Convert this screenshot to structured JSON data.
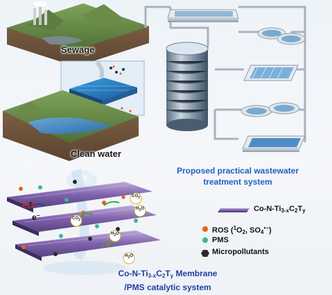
{
  "labels": {
    "sewage": "Sewage",
    "clean_water": "Clean water",
    "proposed_line1": "Proposed practical wastewater",
    "proposed_line2": "treatment system",
    "etp": "ETP",
    "electron": "e",
    "bottom_line1_prefix": "Co-N-Ti",
    "bottom_line1_suffix": " Membrane",
    "bottom_line2": "/PMS catalytic system"
  },
  "legend": {
    "membrane_label": "Co-N-Ti",
    "ros_label": "ROS (",
    "ros_singlet": "O",
    "ros_sulfate": ", SO",
    "pms_label": "PMS",
    "micro_label": "Micropollutants"
  },
  "molecules": {
    "co2": "CO",
    "h2o": "O"
  },
  "colors": {
    "title_blue": "#1f5fbf",
    "bottom_blue": "#1f3f9f",
    "ros_orange": "#e8621a",
    "pms_teal": "#3ab89a",
    "micro_dark": "#2a2a2a",
    "etp_red": "#d42020",
    "membrane_purple": "#7a5aa8"
  }
}
